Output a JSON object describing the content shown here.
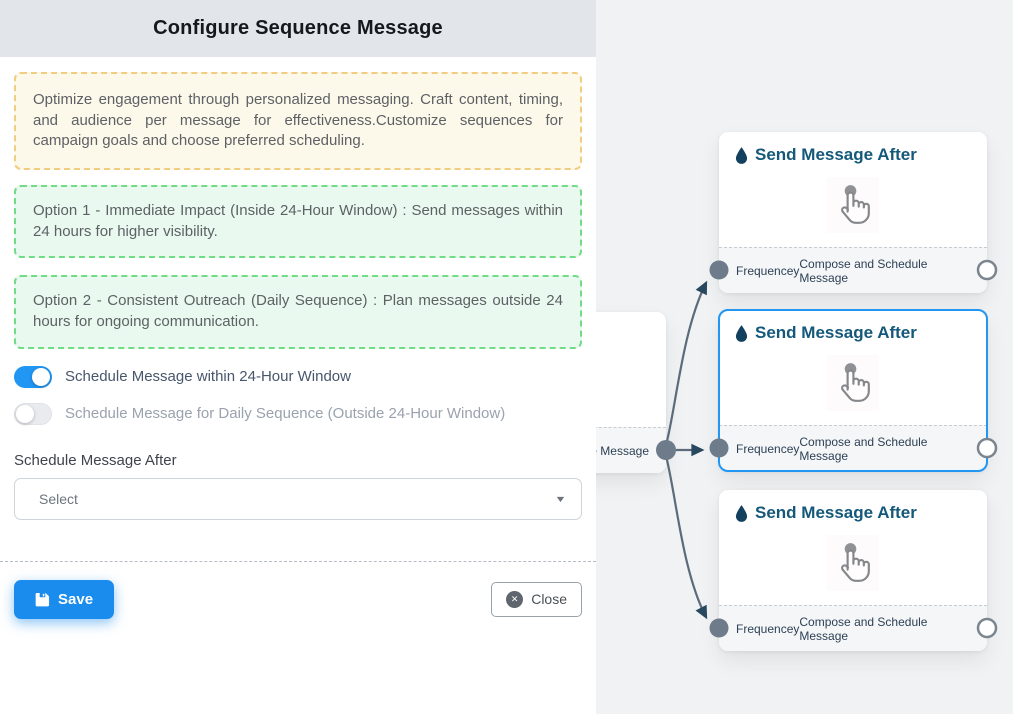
{
  "colors": {
    "accent": "#1a8ced",
    "toggle_on": "#2196f3",
    "panel_header_bg": "#e2e5e9",
    "canvas_bg": "#f0f2f4",
    "edge": "#5b6b7c",
    "arrow": "#27485f",
    "node_title": "#14587a",
    "selected_border": "#2196f3"
  },
  "panel": {
    "title": "Configure Sequence Message",
    "info_note": "Optimize engagement through personalized messaging. Craft content, timing, and audience per message for effectiveness.Customize sequences for campaign goals and choose preferred scheduling.",
    "option1": "Option 1 - Immediate Impact (Inside 24-Hour Window) : Send messages within 24 hours for higher visibility.",
    "option2": "Option 2 - Consistent Outreach (Daily Sequence) : Plan messages outside 24 hours for ongoing communication.",
    "toggle_within": {
      "label": "Schedule Message within 24-Hour Window",
      "state": "on"
    },
    "toggle_daily": {
      "label": "Schedule Message for Daily Sequence (Outside 24-Hour Window)",
      "state": "off"
    },
    "schedule_after_label": "Schedule Message After",
    "select_placeholder": "Select",
    "select_chevron": "▼",
    "save_label": "Save",
    "close_label": "Close",
    "close_icon_glyph": "✕"
  },
  "flow": {
    "partial_node": {
      "footer_label_fragment": "ce Message"
    },
    "nodes": [
      {
        "title": "Send Message After",
        "footer_left": "Frequencey",
        "footer_right": "Compose and Schedule Message",
        "selected": false
      },
      {
        "title": "Send Message After",
        "footer_left": "Frequencey",
        "footer_right": "Compose and Schedule Message",
        "selected": true
      },
      {
        "title": "Send Message After",
        "footer_left": "Frequencey",
        "footer_right": "Compose and Schedule Message",
        "selected": false
      }
    ]
  }
}
